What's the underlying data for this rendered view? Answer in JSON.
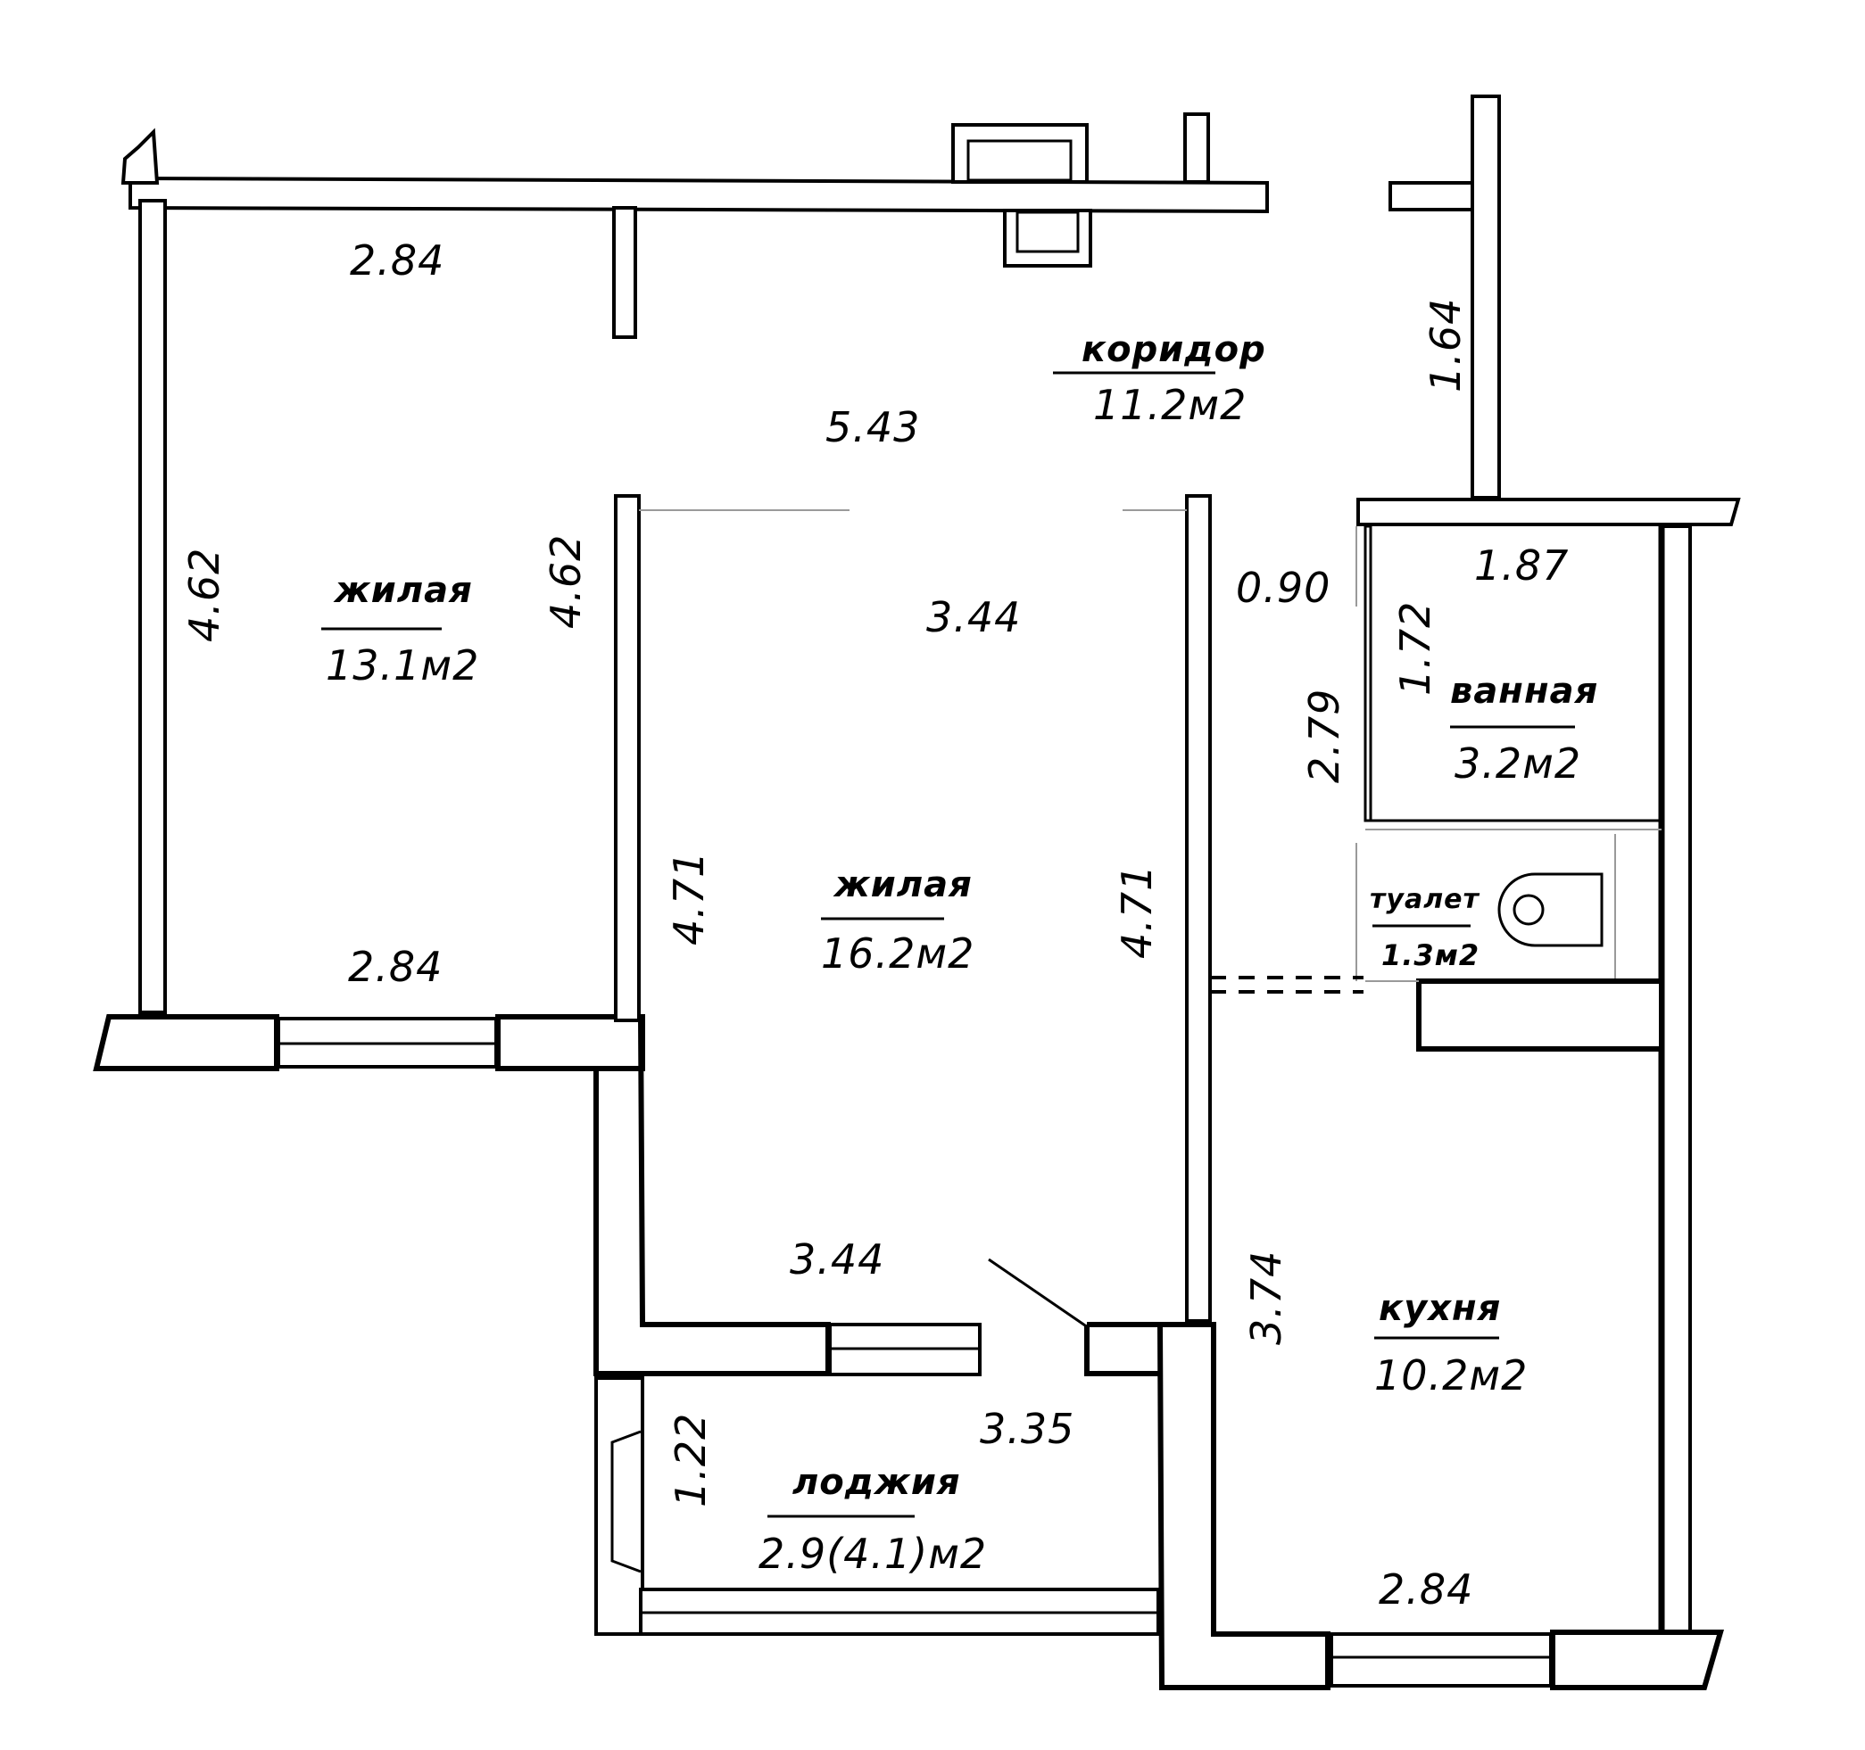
{
  "rooms": {
    "corridor": {
      "name": "коридор",
      "area": "11.2м2"
    },
    "living_left": {
      "name": "жилая",
      "area": "13.1м2"
    },
    "living_center": {
      "name": "жилая",
      "area": "16.2м2"
    },
    "bath": {
      "name": "ванная",
      "area": "3.2м2"
    },
    "toilet": {
      "name": "туалет",
      "area": "1.3м2"
    },
    "kitchen": {
      "name": "кухня",
      "area": "10.2м2"
    },
    "loggia": {
      "name": "лоджия",
      "area": "2.9(4.1)м2"
    }
  },
  "dimensions": {
    "living_left_top": "2.84",
    "living_left_bottom": "2.84",
    "living_left_left": "4.62",
    "living_left_right": "4.62",
    "corridor_length": "5.43",
    "corridor_right": "1.64",
    "living_center_top": "3.44",
    "living_center_bottom": "3.44",
    "living_center_left": "4.71",
    "living_center_right": "4.71",
    "passage_width": "0.90",
    "passage_length": "2.79",
    "bath_width": "1.87",
    "bath_depth": "1.72",
    "kitchen_depth": "3.74",
    "kitchen_width": "2.84",
    "loggia_length": "3.35",
    "loggia_depth": "1.22"
  }
}
